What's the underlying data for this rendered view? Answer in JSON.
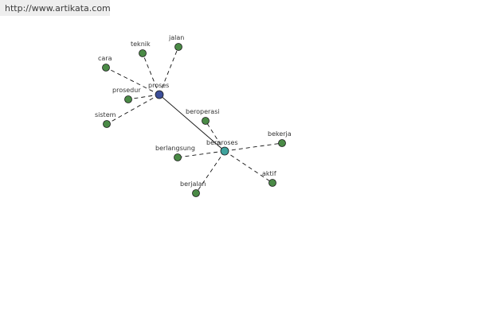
{
  "banner": {
    "url": "http://www.artikata.com"
  },
  "colors": {
    "leaf_node": "#4a8a46",
    "hub_proses": "#3d4f9a",
    "hub_berproses": "#3fa39d",
    "edge": "#111111"
  },
  "graph": {
    "nodes": [
      {
        "id": "proses",
        "label": "proses",
        "kind": "hub_proses"
      },
      {
        "id": "berproses",
        "label": "berproses",
        "kind": "hub_berproses"
      },
      {
        "id": "cara",
        "label": "cara",
        "kind": "leaf"
      },
      {
        "id": "teknik",
        "label": "teknik",
        "kind": "leaf"
      },
      {
        "id": "jalan",
        "label": "jalan",
        "kind": "leaf"
      },
      {
        "id": "prosedur",
        "label": "prosedur",
        "kind": "leaf"
      },
      {
        "id": "sistem",
        "label": "sistem",
        "kind": "leaf"
      },
      {
        "id": "beroperasi",
        "label": "beroperasi",
        "kind": "leaf"
      },
      {
        "id": "bekerja",
        "label": "bekerja",
        "kind": "leaf"
      },
      {
        "id": "berlangsung",
        "label": "berlangsung",
        "kind": "leaf"
      },
      {
        "id": "aktif",
        "label": "aktif",
        "kind": "leaf"
      },
      {
        "id": "berjalan",
        "label": "berjalan",
        "kind": "leaf"
      }
    ],
    "edges": [
      {
        "from": "proses",
        "to": "berproses",
        "style": "solid"
      },
      {
        "from": "proses",
        "to": "cara",
        "style": "dashed"
      },
      {
        "from": "proses",
        "to": "teknik",
        "style": "dashed"
      },
      {
        "from": "proses",
        "to": "jalan",
        "style": "dashed"
      },
      {
        "from": "proses",
        "to": "prosedur",
        "style": "dashed"
      },
      {
        "from": "proses",
        "to": "sistem",
        "style": "dashed"
      },
      {
        "from": "berproses",
        "to": "beroperasi",
        "style": "dashed"
      },
      {
        "from": "berproses",
        "to": "bekerja",
        "style": "dashed"
      },
      {
        "from": "berproses",
        "to": "berlangsung",
        "style": "dashed"
      },
      {
        "from": "berproses",
        "to": "aktif",
        "style": "dashed"
      },
      {
        "from": "berproses",
        "to": "berjalan",
        "style": "dashed"
      }
    ]
  }
}
